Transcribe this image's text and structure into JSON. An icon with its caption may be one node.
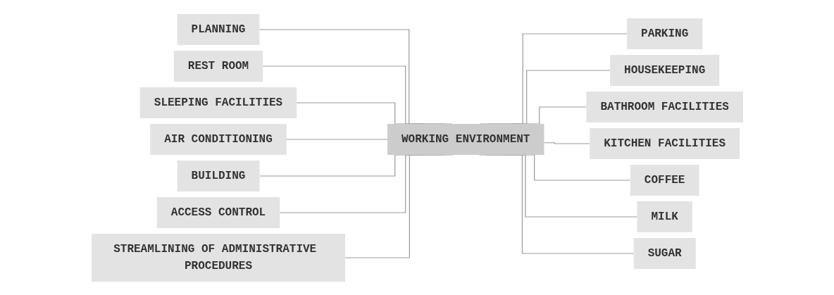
{
  "diagram": {
    "nodes": [
      {
        "text": [
          "PLANNING"
        ]
      },
      {
        "text": [
          "REST ROOM"
        ]
      },
      {
        "text": [
          "SLEEPING FACILITIES"
        ]
      },
      {
        "text": [
          "AIR CONDITIONING"
        ]
      },
      {
        "text": [
          "BUILDING"
        ]
      },
      {
        "text": [
          "ACCESS CONTROL"
        ]
      },
      {
        "text": [
          "STREAMLINING OF ADMINISTRATIVE PROCEDURES"
        ]
      },
      {
        "text": [
          "WORKING ENVIRONMENT"
        ]
      },
      {
        "text": [
          "PARKING"
        ]
      },
      {
        "text": [
          "HOUSEKEEPING"
        ]
      },
      {
        "text": [
          "BATHROOM FACILITIES"
        ]
      },
      {
        "text": [
          "KITCHEN FACILITIES"
        ]
      },
      {
        "text": [
          "COFFEE"
        ]
      },
      {
        "text": [
          "MILK"
        ]
      },
      {
        "text": [
          "SUGAR"
        ]
      }
    ],
    "edges": [
      {
        "from": 0,
        "to": 7,
        "arrow": "none"
      },
      {
        "from": 1,
        "to": 7,
        "arrow": "none"
      },
      {
        "from": 2,
        "to": 7,
        "arrow": "none"
      },
      {
        "from": 3,
        "to": 7,
        "arrow": "none"
      },
      {
        "from": 4,
        "to": 7,
        "arrow": "none"
      },
      {
        "from": 5,
        "to": 7,
        "arrow": "none"
      },
      {
        "from": 6,
        "to": 7,
        "arrow": "none"
      },
      {
        "from": 7,
        "to": 8,
        "arrow": "none"
      },
      {
        "from": 7,
        "to": 9,
        "arrow": "none"
      },
      {
        "from": 7,
        "to": 10,
        "arrow": "none"
      },
      {
        "from": 7,
        "to": 11,
        "arrow": "none"
      },
      {
        "from": 7,
        "to": 12,
        "arrow": "none"
      },
      {
        "from": 7,
        "to": 13,
        "arrow": "none"
      },
      {
        "from": 7,
        "to": 14,
        "arrow": "none"
      }
    ]
  }
}
